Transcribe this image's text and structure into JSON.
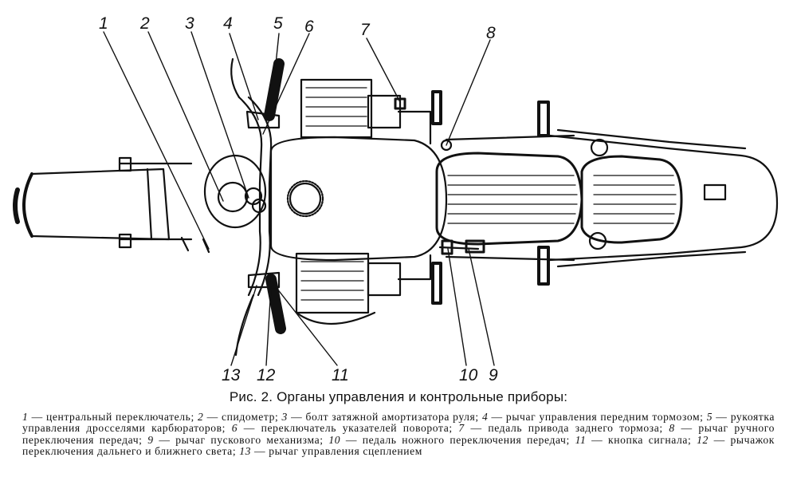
{
  "callouts": [
    "1",
    "2",
    "3",
    "4",
    "5",
    "6",
    "7",
    "8",
    "9",
    "10",
    "11",
    "12",
    "13"
  ],
  "caption": "Рис. 2. Органы управления и контрольные приборы:",
  "legend": [
    {
      "n": "1",
      "text": "центральный переключатель;"
    },
    {
      "n": "2",
      "text": "спидометр;"
    },
    {
      "n": "3",
      "text": "болт затяжной амортизатора руля;"
    },
    {
      "n": "4",
      "text": "рычаг управления передним тормозом;"
    },
    {
      "n": "5",
      "text": "рукоятка управления дросселями карбюраторов;"
    },
    {
      "n": "6",
      "text": "переключатель указателей поворота;"
    },
    {
      "n": "7",
      "text": "педаль привода заднего тормоза;"
    },
    {
      "n": "8",
      "text": "рычаг ручного переключения передач;"
    },
    {
      "n": "9",
      "text": "рычаг пускового механизма;"
    },
    {
      "n": "10",
      "text": "педаль ножного переключения передач;"
    },
    {
      "n": "11",
      "text": "кнопка сигнала;"
    },
    {
      "n": "12",
      "text": "рычажок переключения дальнего и ближнего света;"
    },
    {
      "n": "13",
      "text": "рычаг управления сцеплением"
    }
  ]
}
